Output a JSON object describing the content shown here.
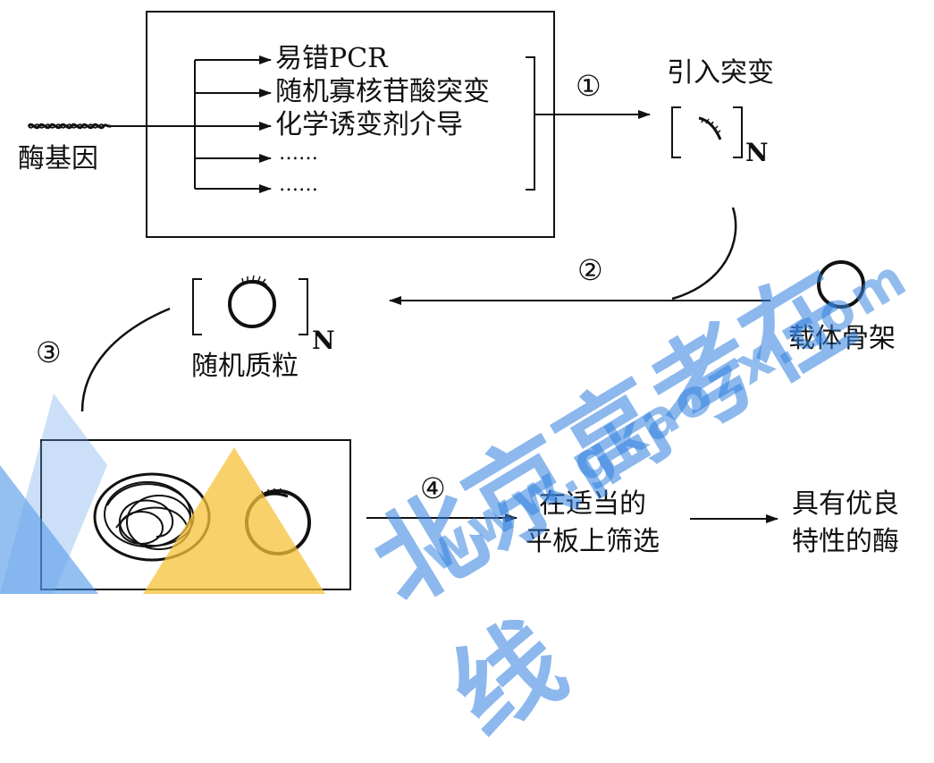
{
  "methods": [
    "易错PCR",
    "随机寡核苷酸突变",
    "化学诱变剂介导",
    "……",
    "……"
  ],
  "steps": [
    "①",
    "②",
    "③",
    "④"
  ],
  "enzyme_gene": "酶基因",
  "introduce_mutation": "引入突变",
  "bracket_subscript": "N",
  "random_plasmid": "随机质粒",
  "vector_backbone": "载体骨架",
  "screening": [
    "在适当的",
    "平板上筛选"
  ],
  "result": [
    "具有优良",
    "特性的酶"
  ],
  "watermark": {
    "text": "北京高考在线",
    "url": "www.gkaozx.com"
  }
}
